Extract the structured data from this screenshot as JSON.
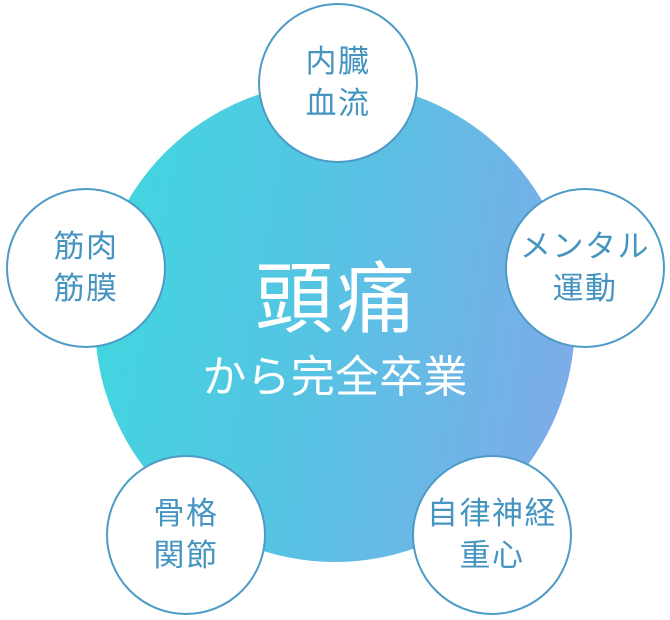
{
  "center": {
    "title": "頭痛",
    "subtitle": "から完全卒業",
    "gradient_start_color": "#3ed9de",
    "gradient_end_color": "#82a9ea",
    "text_color": "#ffffff"
  },
  "satellites": [
    {
      "id": "organs-bloodflow",
      "position": "top",
      "lines": [
        "内臓",
        "血流"
      ]
    },
    {
      "id": "muscle-fascia",
      "position": "left",
      "lines": [
        "筋肉",
        "筋膜"
      ]
    },
    {
      "id": "mental-exercise",
      "position": "right",
      "lines": [
        "メンタル",
        "運動"
      ]
    },
    {
      "id": "skeleton-joints",
      "position": "bottom-left",
      "lines": [
        "骨格",
        "関節"
      ]
    },
    {
      "id": "autonomic-gravity",
      "position": "bottom-right",
      "lines": [
        "自律神経",
        "重心"
      ]
    }
  ],
  "satellite_style": {
    "border_color": "#4d9bc6",
    "text_color": "#4694c0",
    "background_color": "#ffffff"
  }
}
